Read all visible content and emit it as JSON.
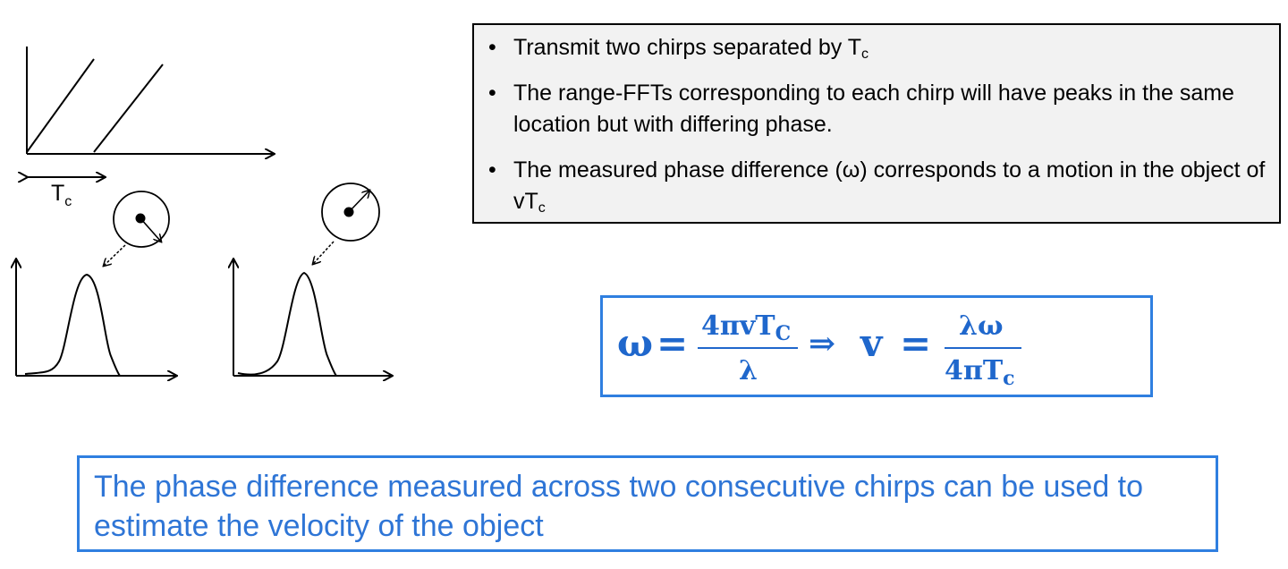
{
  "diagram": {
    "period_label_main": "T",
    "period_label_sub": "c"
  },
  "bullets": [
    {
      "text": "Transmit two chirps separated by T",
      "sub": "c",
      "tail": ""
    },
    {
      "text": "The range-FFTs corresponding to each chirp will have peaks in the same location but with differing phase.",
      "sub": "",
      "tail": ""
    },
    {
      "text": "The measured phase difference (ω) corresponds to a motion in the object of vT",
      "sub": "c",
      "tail": ""
    }
  ],
  "bullet_symbol": "•",
  "formula": {
    "omega": "ω",
    "equals": "=",
    "frac1_num": "4πvT",
    "frac1_num_sub": "C",
    "frac1_den": "λ",
    "implies": "⇒",
    "v": "v",
    "equals2": "=",
    "frac2_num": "λω",
    "frac2_den": "4πT",
    "frac2_den_sub": "c"
  },
  "conclusion": "The phase difference measured across two consecutive chirps can be used to estimate the velocity of the object",
  "colors": {
    "accent_blue": "#2f7fe0",
    "text_blue": "#2e75d6",
    "formula_blue": "#1f67cc",
    "bullet_box_bg": "#f2f2f2"
  }
}
